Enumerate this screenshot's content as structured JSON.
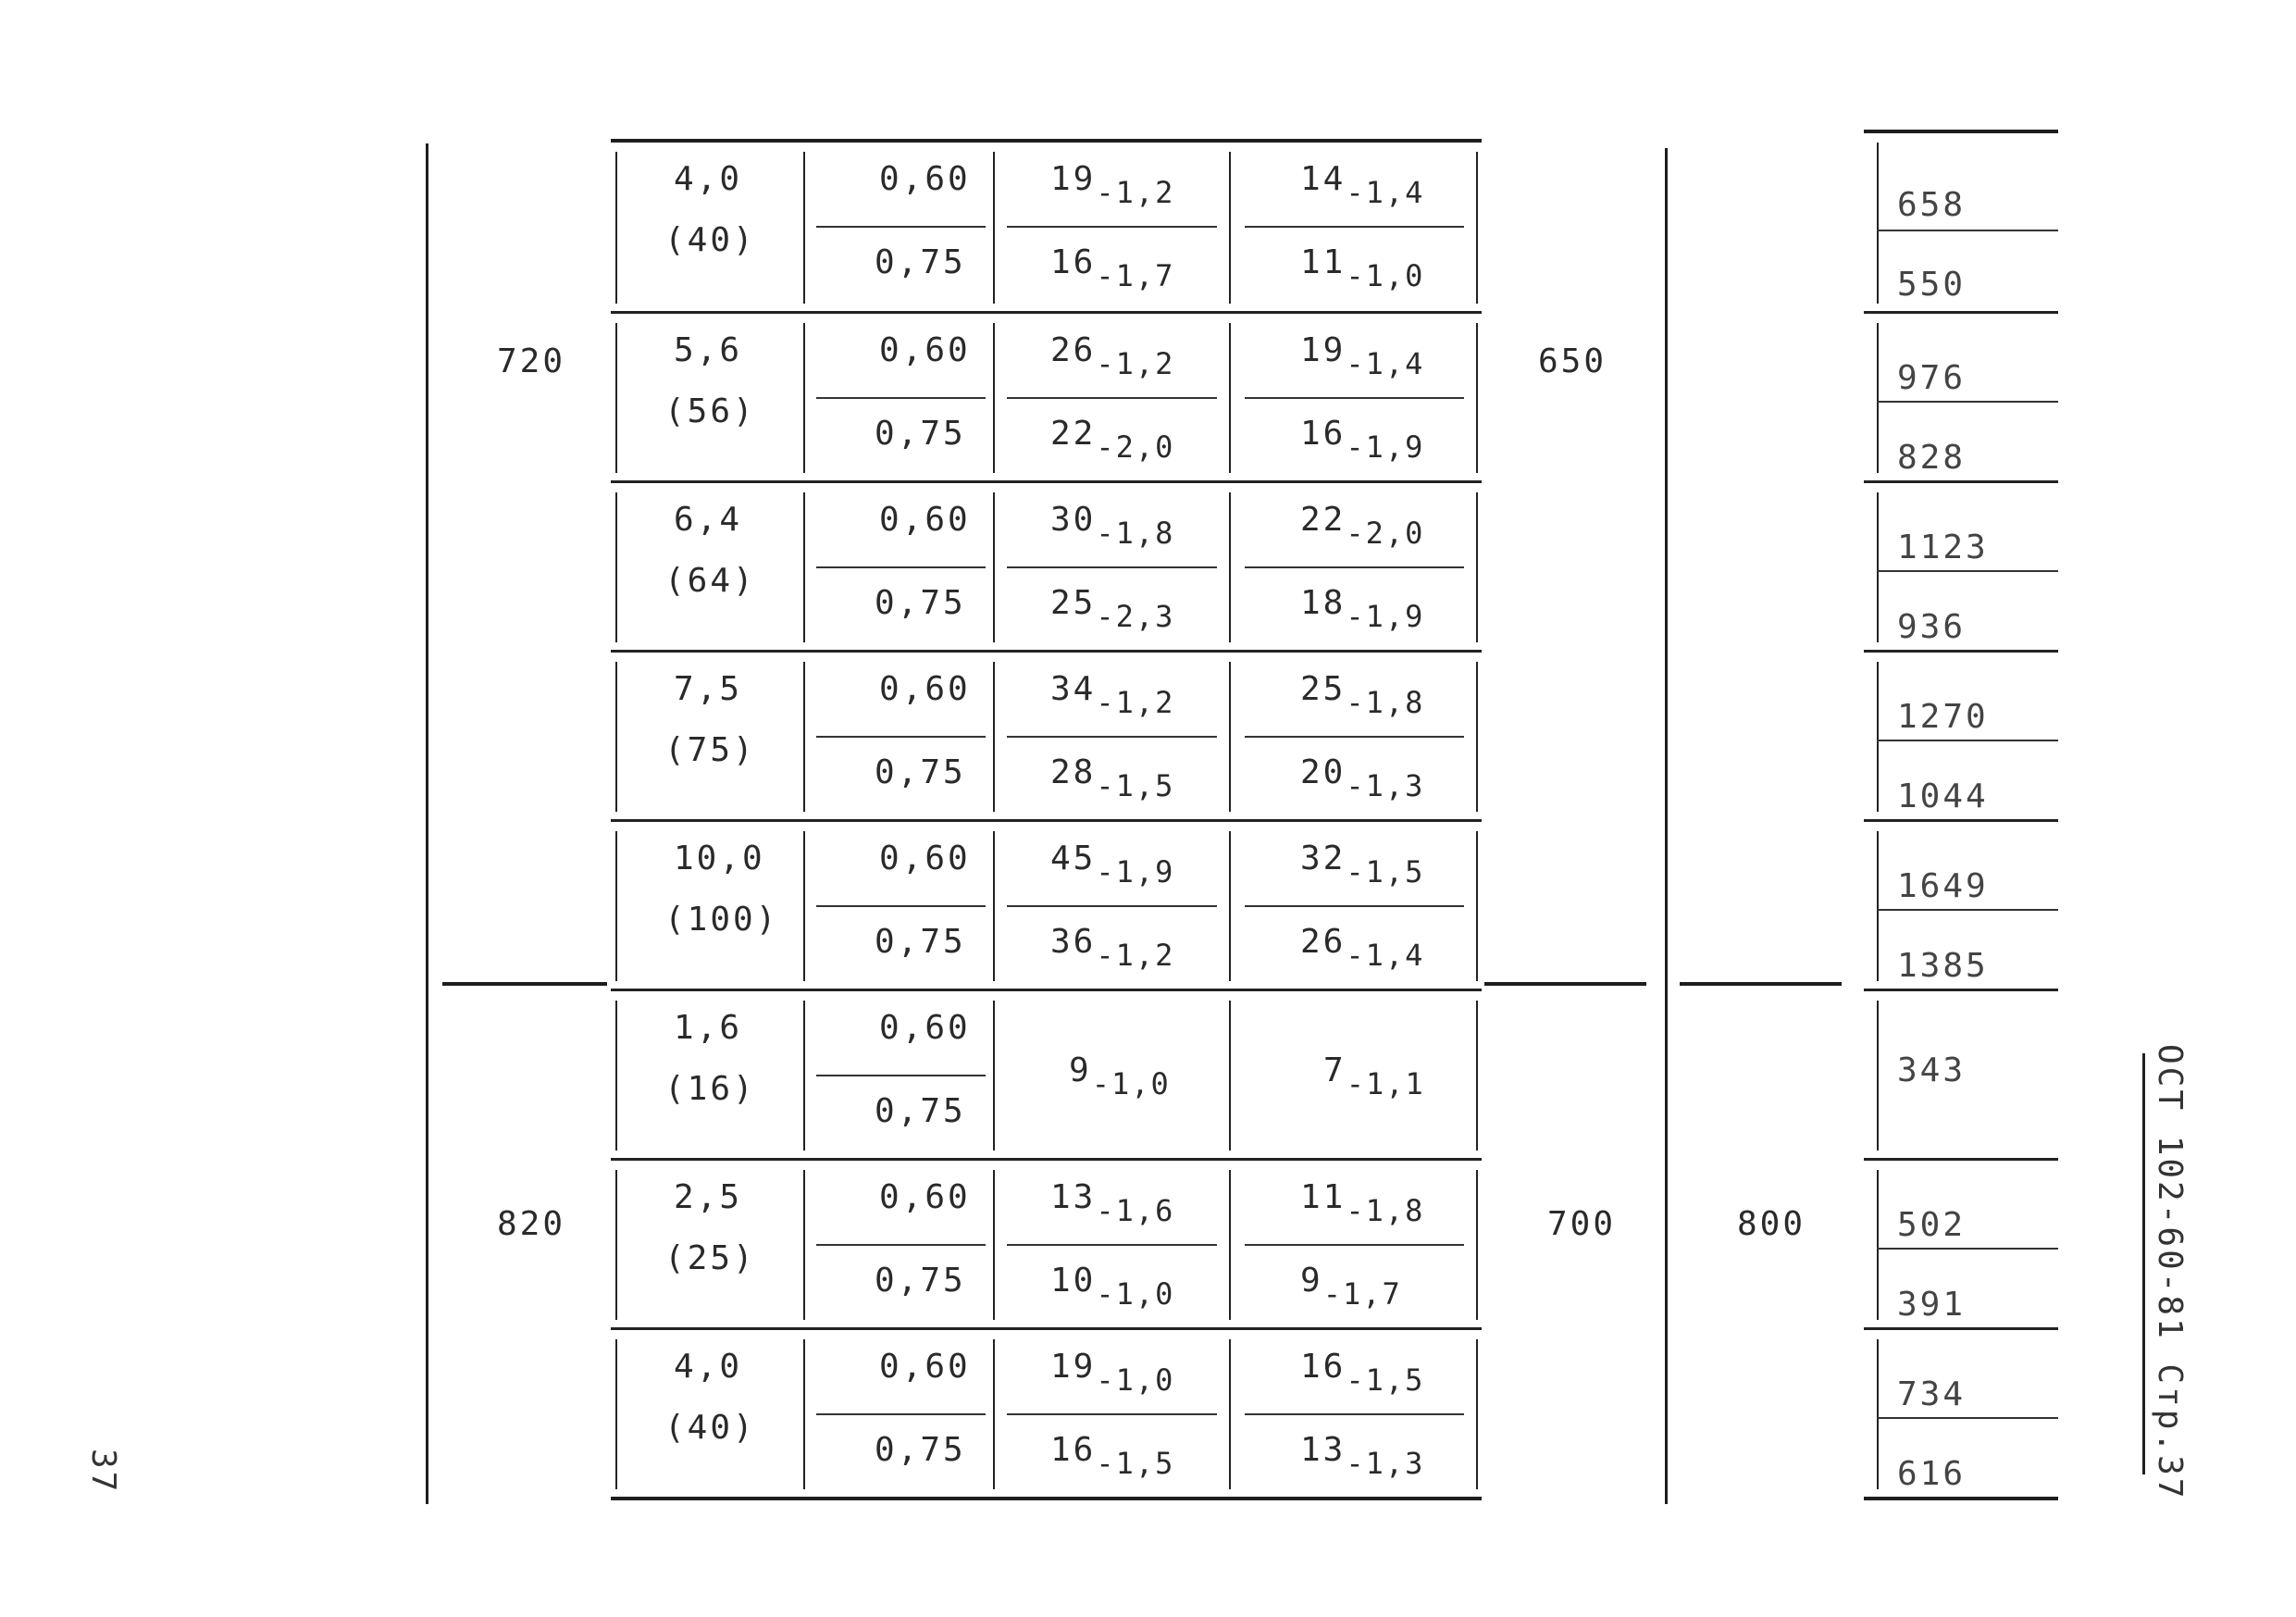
{
  "page_number": "37",
  "side_caption": "ОСТ 102-60-81 Стр.37",
  "section_a": {
    "col1": "720",
    "col_mid": "650"
  },
  "section_b": {
    "col1": "820",
    "col_mid": "700",
    "col_mid2": "800"
  },
  "groups": [
    {
      "dim": "4,0",
      "dim_alt": "(40)",
      "ratio_top": "0,60",
      "ratio_bot": "0,75",
      "a_top": "19",
      "a_top_sub": "-1,2",
      "a_bot": "16",
      "a_bot_sub": "-1,7",
      "b_top": "14",
      "b_top_sub": "-1,4",
      "b_bot": "11",
      "b_bot_sub": "-1,0",
      "r_top": "658",
      "r_bot": "550"
    },
    {
      "dim": "5,6",
      "dim_alt": "(56)",
      "ratio_top": "0,60",
      "ratio_bot": "0,75",
      "a_top": "26",
      "a_top_sub": "-1,2",
      "a_bot": "22",
      "a_bot_sub": "-2,0",
      "b_top": "19",
      "b_top_sub": "-1,4",
      "b_bot": "16",
      "b_bot_sub": "-1,9",
      "r_top": "976",
      "r_bot": "828"
    },
    {
      "dim": "6,4",
      "dim_alt": "(64)",
      "ratio_top": "0,60",
      "ratio_bot": "0,75",
      "a_top": "30",
      "a_top_sub": "-1,8",
      "a_bot": "25",
      "a_bot_sub": "-2,3",
      "b_top": "22",
      "b_top_sub": "-2,0",
      "b_bot": "18",
      "b_bot_sub": "-1,9",
      "r_top": "1123",
      "r_bot": "936"
    },
    {
      "dim": "7,5",
      "dim_alt": "(75)",
      "ratio_top": "0,60",
      "ratio_bot": "0,75",
      "a_top": "34",
      "a_top_sub": "-1,2",
      "a_bot": "28",
      "a_bot_sub": "-1,5",
      "b_top": "25",
      "b_top_sub": "-1,8",
      "b_bot": "20",
      "b_bot_sub": "-1,3",
      "r_top": "1270",
      "r_bot": "1044"
    },
    {
      "dim": "10,0",
      "dim_alt": "(100)",
      "ratio_top": "0,60",
      "ratio_bot": "0,75",
      "a_top": "45",
      "a_top_sub": "-1,9",
      "a_bot": "36",
      "a_bot_sub": "-1,2",
      "b_top": "32",
      "b_top_sub": "-1,5",
      "b_bot": "26",
      "b_bot_sub": "-1,4",
      "r_top": "1649",
      "r_bot": "1385"
    },
    {
      "dim": "1,6",
      "dim_alt": "(16)",
      "ratio_top": "0,60",
      "ratio_bot": "0,75",
      "a_single": "9",
      "a_single_sub": "-1,0",
      "b_single": "7",
      "b_single_sub": "-1,1",
      "r_single": "343"
    },
    {
      "dim": "2,5",
      "dim_alt": "(25)",
      "ratio_top": "0,60",
      "ratio_bot": "0,75",
      "a_top": "13",
      "a_top_sub": "-1,6",
      "a_bot": "10",
      "a_bot_sub": "-1,0",
      "b_top": "11",
      "b_top_sub": "-1,8",
      "b_bot": "9",
      "b_bot_sub": "-1,7",
      "r_top": "502",
      "r_bot": "391"
    },
    {
      "dim": "4,0",
      "dim_alt": "(40)",
      "ratio_top": "0,60",
      "ratio_bot": "0,75",
      "a_top": "19",
      "a_top_sub": "-1,0",
      "a_bot": "16",
      "a_bot_sub": "-1,5",
      "b_top": "16",
      "b_top_sub": "-1,5",
      "b_bot": "13",
      "b_bot_sub": "-1,3",
      "r_top": "734",
      "r_bot": "616"
    }
  ]
}
